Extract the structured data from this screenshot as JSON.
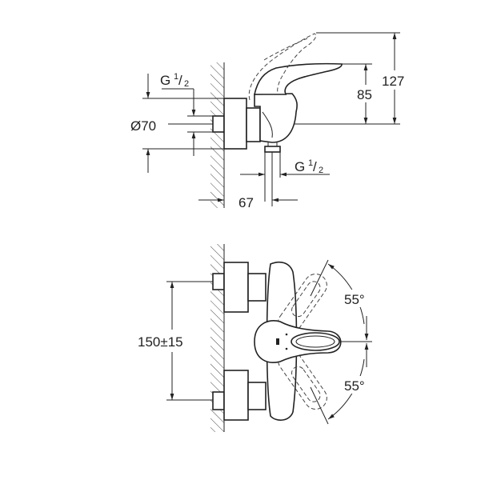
{
  "top_view": {
    "thread_inlet": {
      "g": "G",
      "num": "1",
      "den": "2"
    },
    "diameter": "Ø70",
    "thread_outlet": {
      "g": "G",
      "num": "1",
      "den": "2"
    },
    "projection": "67",
    "handle_height": "85",
    "total_height": "127"
  },
  "front_view": {
    "spacing": "150±15",
    "angle_up": "55°",
    "angle_down": "55°"
  }
}
